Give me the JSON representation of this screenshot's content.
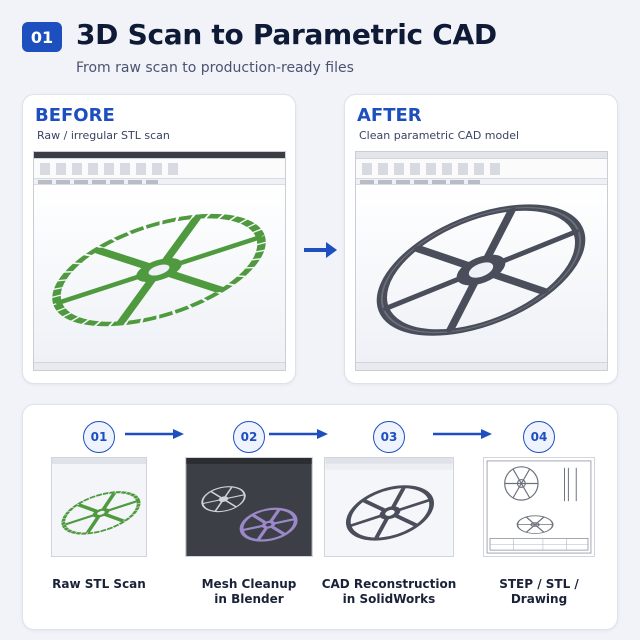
{
  "header": {
    "step_number": "01",
    "title": "3D Scan to Parametric CAD",
    "subtitle": "From raw scan to production-ready files"
  },
  "before": {
    "title": "BEFORE",
    "subtitle": "Raw / irregular STL scan"
  },
  "after": {
    "title": "AFTER",
    "subtitle": "Clean parametric CAD model"
  },
  "workflow": {
    "steps": [
      {
        "number": "01",
        "label_line1": "Raw STL Scan",
        "label_line2": ""
      },
      {
        "number": "02",
        "label_line1": "Mesh Cleanup",
        "label_line2": "in Blender"
      },
      {
        "number": "03",
        "label_line1": "CAD Reconstruction",
        "label_line2": "in SolidWorks"
      },
      {
        "number": "04",
        "label_line1": "STEP / STL / Drawing",
        "label_line2": ""
      }
    ]
  },
  "colors": {
    "accent": "#1d4fbf",
    "scan_green": "#4f9a3f",
    "cad_gray": "#4a4e5a",
    "mesh_purple": "#9b88c9"
  },
  "icons": {
    "flow_arrow": "arrow-right-icon",
    "model": "spoked-wheel-icon"
  }
}
